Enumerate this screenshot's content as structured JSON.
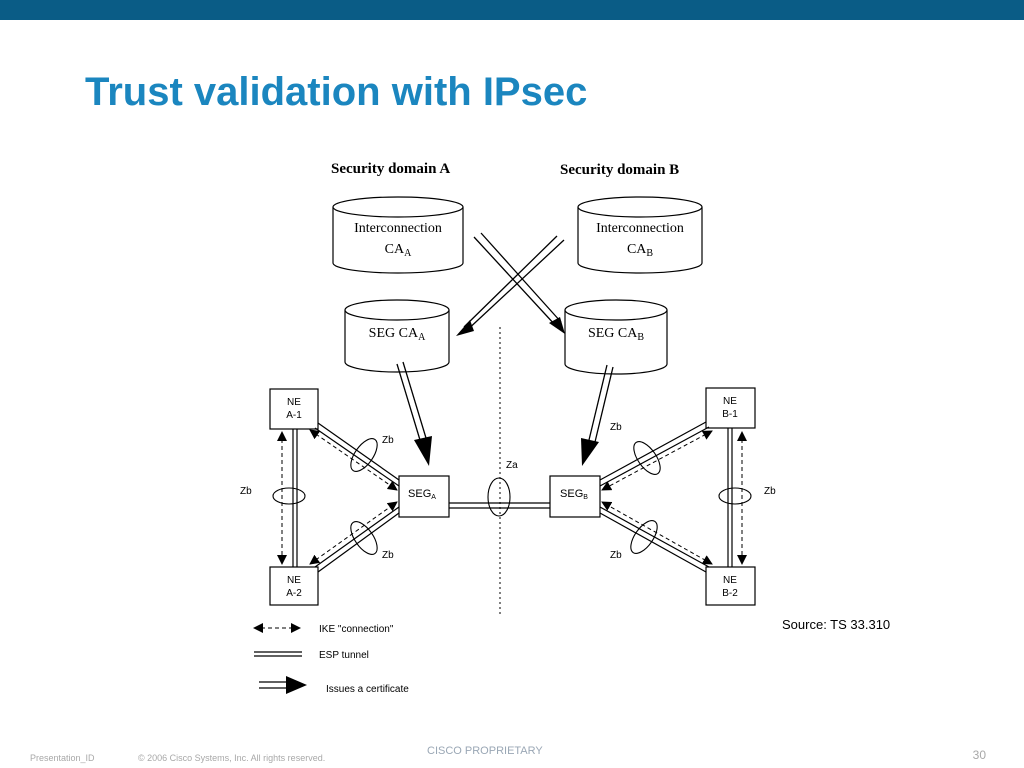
{
  "slide": {
    "title": "Trust validation with IPsec",
    "source": "Source: TS 33.310",
    "colors": {
      "bar": "#0a5c86",
      "title": "#1b86bf"
    }
  },
  "diagram": {
    "domains": {
      "a": "Security domain A",
      "b": "Security domain B"
    },
    "interconnection_ca": {
      "label": "Interconnection",
      "a": {
        "main": "CA",
        "sub": "A"
      },
      "b": {
        "main": "CA",
        "sub": "B"
      }
    },
    "seg_ca": {
      "a": {
        "main": "SEG CA",
        "sub": "A"
      },
      "b": {
        "main": "SEG CA",
        "sub": "B"
      }
    },
    "segs": {
      "a": {
        "main": "SEG",
        "sub": "A"
      },
      "b": {
        "main": "SEG",
        "sub": "B"
      }
    },
    "nes": {
      "a1": [
        "NE",
        "A-1"
      ],
      "a2": [
        "NE",
        "A-2"
      ],
      "b1": [
        "NE",
        "B-1"
      ],
      "b2": [
        "NE",
        "B-2"
      ]
    },
    "interfaces": {
      "za": "Za",
      "zb": "Zb"
    },
    "legend": {
      "ike": "IKE \"connection\"",
      "esp": "ESP tunnel",
      "cert": "Issues a certificate"
    }
  },
  "footer": {
    "presentation_id": "Presentation_ID",
    "copyright": "© 2006 Cisco Systems, Inc. All rights reserved.",
    "proprietary": "CISCO PROPRIETARY",
    "page": "30"
  }
}
